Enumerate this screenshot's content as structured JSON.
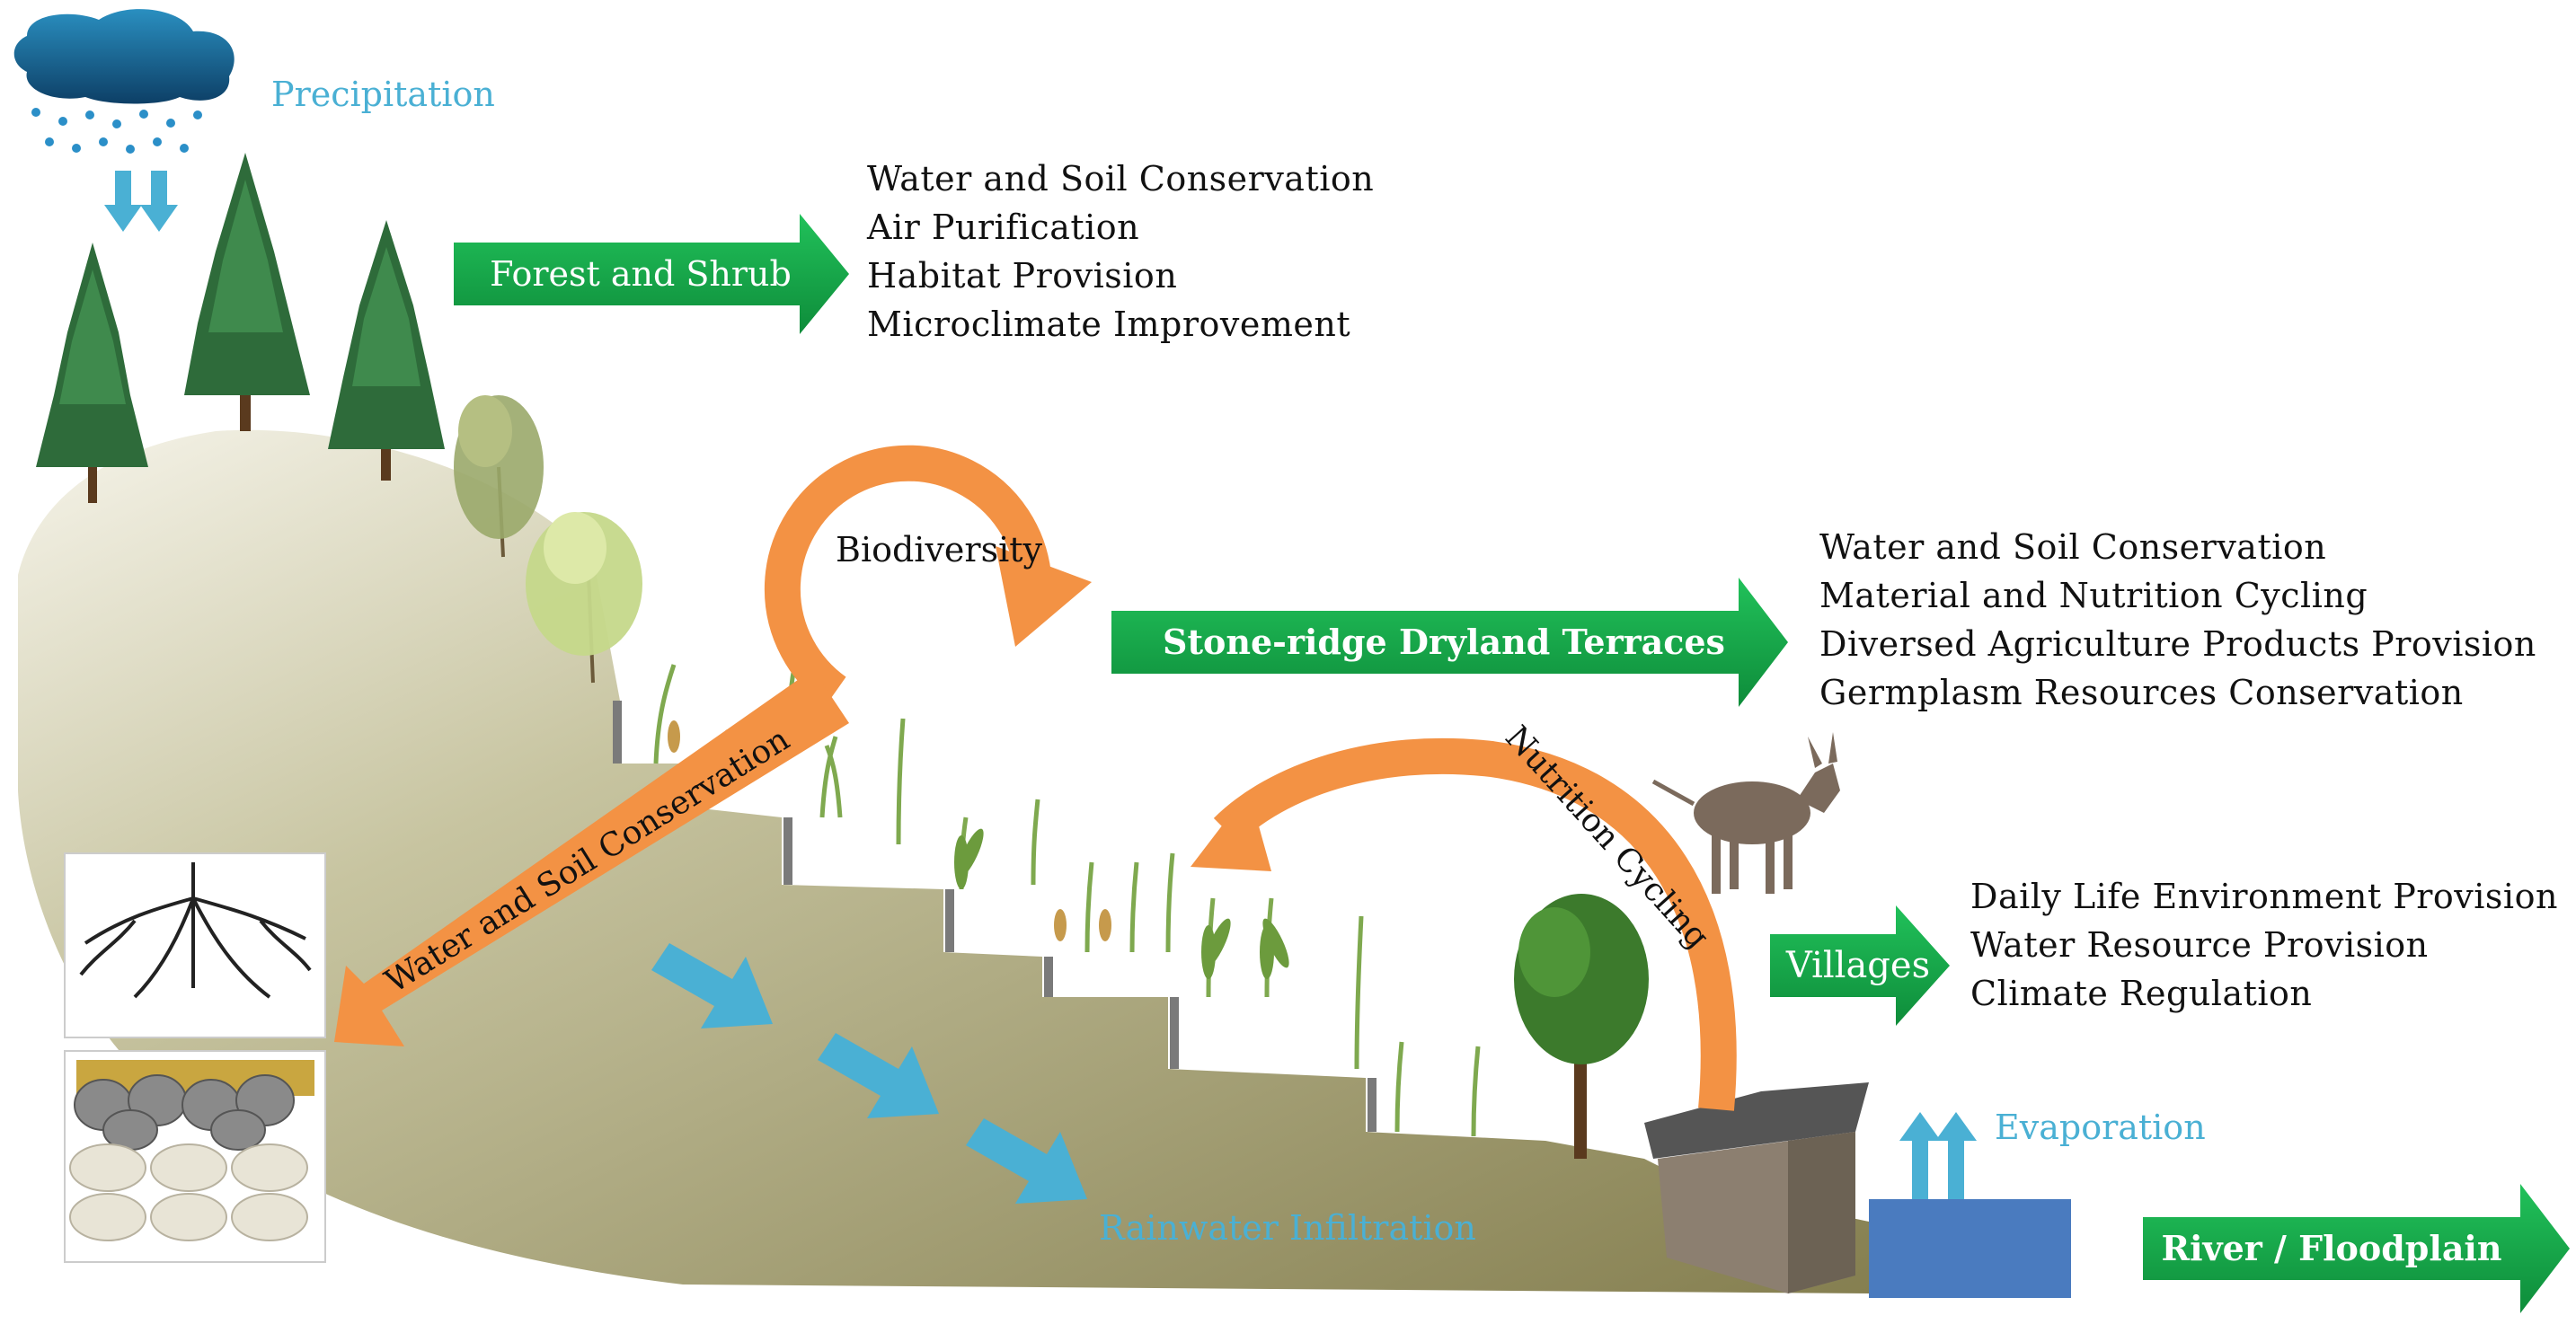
{
  "labels": {
    "precipitation": "Precipitation",
    "forest_shrub": "Forest and Shrub",
    "biodiversity": "Biodiversity",
    "terraces": "Stone-ridge Dryland Terraces",
    "water_soil_conservation": "Water and Soil Conservation",
    "nutrition_cycling": "Nutrition Cycling",
    "villages": "Villages",
    "rainwater_infiltration": "Rainwater Infiltration",
    "evaporation": "Evaporation",
    "river_floodplain": "River / Floodplain"
  },
  "forest_services": [
    "Water and Soil Conservation",
    "Air Purification",
    "Habitat Provision",
    "Microclimate Improvement"
  ],
  "terrace_services": [
    "Water and Soil Conservation",
    "Material and Nutrition Cycling",
    "Diversed Agriculture Products Provision",
    "Germplasm Resources Conservation"
  ],
  "village_services": [
    "Daily Life Environment Provision",
    "Water Resource Provision",
    "Climate Regulation"
  ],
  "colors": {
    "green_arrow": "#17a84a",
    "orange_arrow": "#f39244",
    "blue_water": "#4ab0d4",
    "hill": "#9c9a6c",
    "pond": "#4a7bbf"
  }
}
